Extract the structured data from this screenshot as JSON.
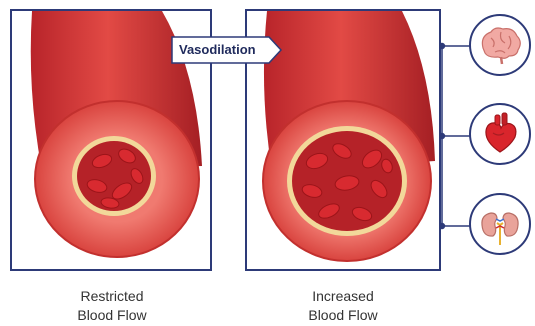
{
  "diagram": {
    "badge_label": "Vasodilation",
    "left_caption": [
      "Restricted",
      "Blood Flow"
    ],
    "right_caption": [
      "Increased",
      "Blood Flow"
    ],
    "organs": [
      "brain-icon",
      "heart-icon",
      "kidneys-icon"
    ],
    "colors": {
      "frame": "#2d3a78",
      "vessel": "#d63a3a",
      "vessel_dark": "#a51f24",
      "lumen": "#f2d89a",
      "cell": "#c8202a"
    }
  }
}
